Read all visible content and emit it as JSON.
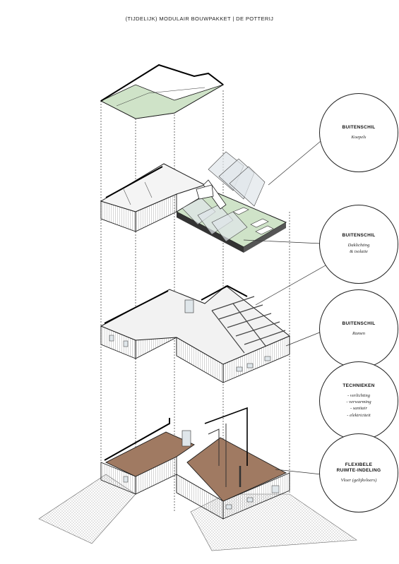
{
  "header": {
    "title": "(TIJDELIJK) MODULAIR BOUWPAKKET  |  DE POTTERIJ"
  },
  "callouts": [
    {
      "title": "BUITENSCHIL",
      "sub": [
        "Koepels"
      ]
    },
    {
      "title": "BUITENSCHIL",
      "sub": [
        "Daklichting",
        "& isolatie"
      ]
    },
    {
      "title": "BUITENSCHIL",
      "sub": [
        "Ramen"
      ]
    },
    {
      "title": "TECHNIEKEN",
      "sub": [
        "- verlichting",
        "- verwarming",
        "- sanitair",
        "- elektriciteit"
      ]
    },
    {
      "title_lines": [
        "FLEXIBELE",
        "RUIMTE-INDELING"
      ],
      "sub": [
        "Vloer (gelijkvloers)"
      ]
    }
  ],
  "colors": {
    "roof_green": "#cfe3c8",
    "floor_brown": "#a07a62",
    "line": "#1a1a1a",
    "glass": "#dfe6ea"
  }
}
